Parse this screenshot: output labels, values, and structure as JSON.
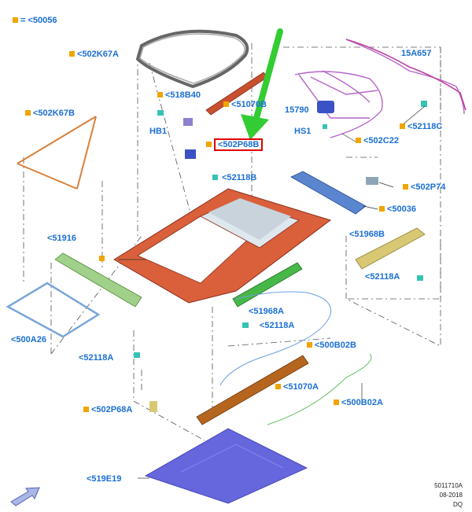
{
  "legend": {
    "text": "= <50056",
    "color": "#f0a500"
  },
  "labels": {
    "502K67A": "<502K67A",
    "502K67B": "<502K67B",
    "518B40": "<518B40",
    "51070B": "<51070B",
    "HB1": "HB1",
    "502P68B": "<502P68B",
    "52118B": "<52118B",
    "15A657": "15A657",
    "15790": "15790",
    "HS1": "HS1",
    "52118C": "<52118C",
    "502C22": "<502C22",
    "502P74": "<502P74",
    "50036": "<50036",
    "51916": "<51916",
    "51968B": "<51968B",
    "52118A_1": "<52118A",
    "51968A": "<51968A",
    "52118A_2": "<52118A",
    "500A26": "<500A26",
    "500B02B": "<500B02B",
    "52118A_3": "<52118A",
    "51070A": "<51070A",
    "500B02A": "<500B02A",
    "502P68A": "<502P68A",
    "519E19": "<519E19"
  },
  "footer": {
    "code": "5011710A",
    "date": "08-2018",
    "initials": "DQ"
  },
  "colors": {
    "callout": "#f0a500",
    "label": "#1a6fd4",
    "highlight": "#e00000",
    "arrow": "#33cc33",
    "roof_frame": "#d9603b",
    "headliner": "#6666dd",
    "wire": "#b565c8"
  },
  "icons": [
    "view-direction-arrow-icon"
  ]
}
